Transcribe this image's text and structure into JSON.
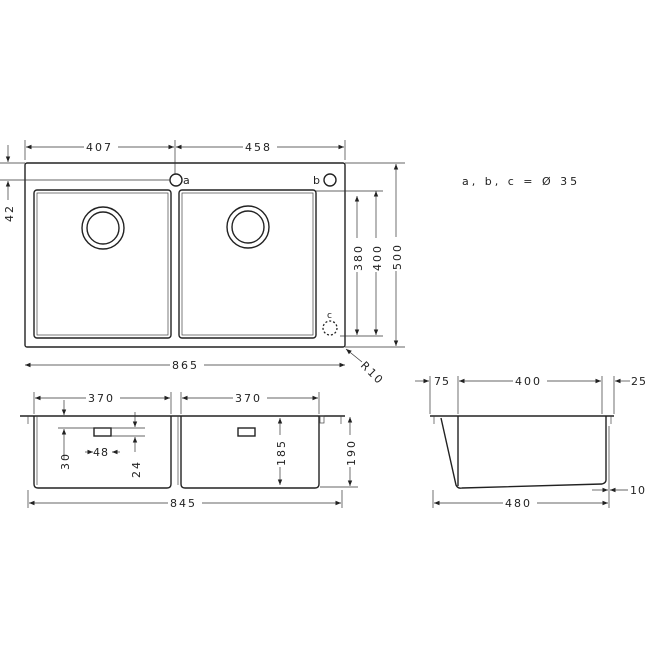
{
  "note": "a, b, c = Ø 35",
  "top_view": {
    "width_left": "407",
    "width_right": "458",
    "overall_width": "865",
    "tap_offset": "42",
    "bowl_depth_inner": "380",
    "bowl_depth": "400",
    "overall_depth": "500",
    "corner_radius": "R10",
    "hole_a": "a",
    "hole_b": "b",
    "hole_c": "c"
  },
  "front_view": {
    "bowl_left_width": "370",
    "bowl_right_width": "370",
    "overall_width": "845",
    "overflow_height": "30",
    "overflow_width": "48",
    "overflow_offset": "24",
    "bowl_height": "185",
    "overall_height": "190"
  },
  "side_view": {
    "offset_left": "75",
    "bowl_width": "400",
    "offset_right": "25",
    "overall_width": "480",
    "bottom_offset": "10"
  }
}
